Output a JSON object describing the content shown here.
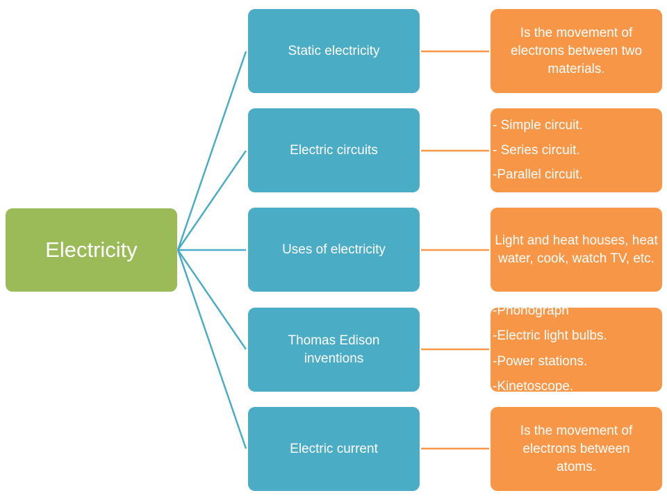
{
  "diagram": {
    "type": "mind-map",
    "colors": {
      "root": "#9bbb59",
      "topic": "#4bacc6",
      "detail": "#f79646",
      "topic_connector": "#4bacc6",
      "detail_connector": "#f79646",
      "text": "#ffffff"
    },
    "root": {
      "label": "Electricity"
    },
    "branches": [
      {
        "topic": "Static electricity",
        "detail": "Is the movement of electrons between two materials."
      },
      {
        "topic": "Electric circuits",
        "detail_items": [
          "- Simple circuit.",
          "- Series circuit.",
          "-Parallel circuit."
        ]
      },
      {
        "topic": "Uses of electricity",
        "detail": "Light and heat houses, heat water, cook, watch TV, etc."
      },
      {
        "topic": "Thomas Edison inventions",
        "detail_items": [
          "-Phonograph",
          "-Electric light bulbs.",
          "-Power stations.",
          "-Kinetoscope."
        ]
      },
      {
        "topic": "Electric current",
        "detail": "Is the movement of electrons between atoms."
      }
    ]
  }
}
